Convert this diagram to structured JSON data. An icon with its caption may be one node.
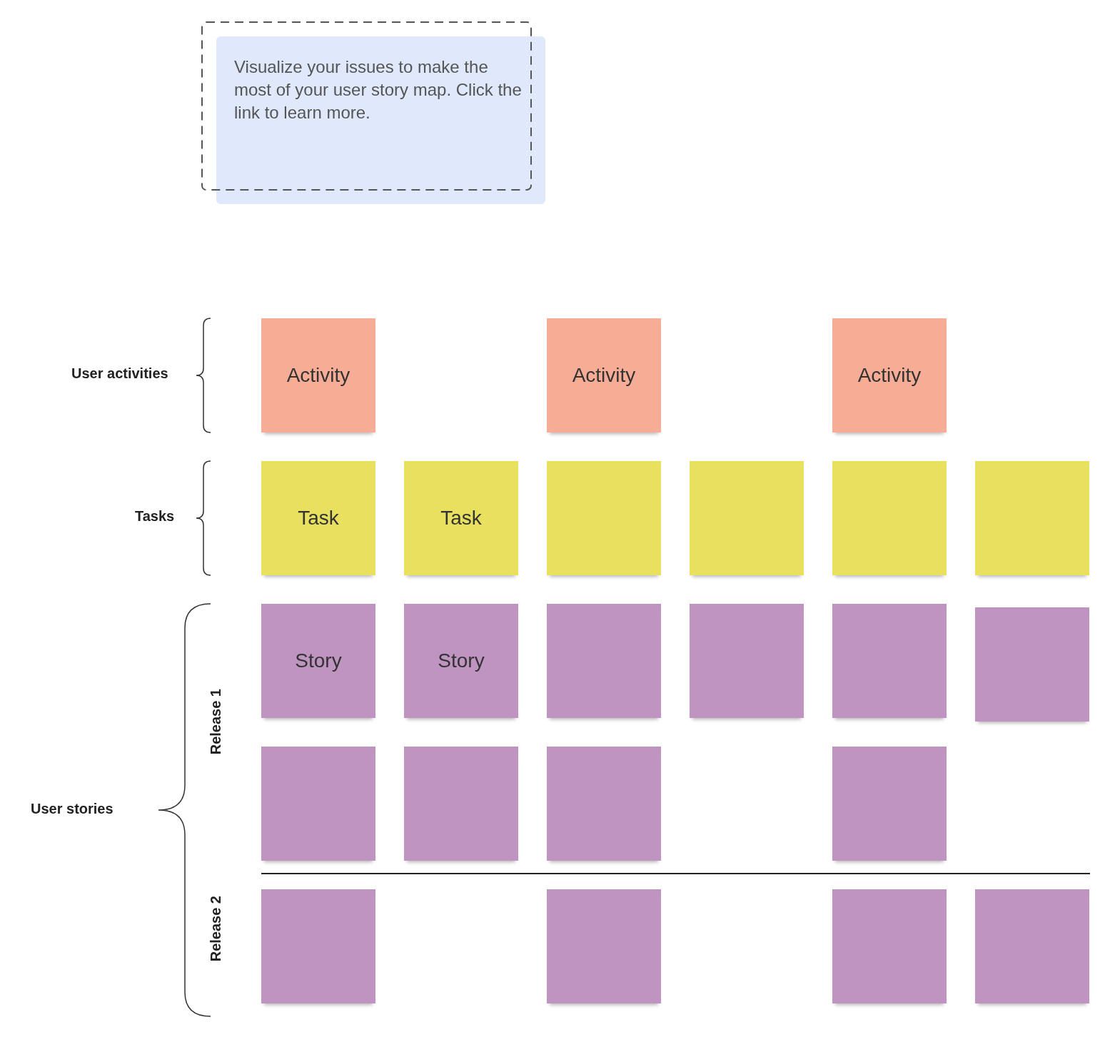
{
  "diagram": {
    "nodes": [
      {
        "text": [
          "Visualize your issues to make the most of your user story map. Click the link to learn more."
        ]
      },
      {
        "text": [
          "Activity"
        ]
      },
      {
        "text": [
          "Activity"
        ]
      },
      {
        "text": [
          "Activity"
        ]
      },
      {
        "text": [
          "Task"
        ]
      },
      {
        "text": [
          "Task"
        ]
      },
      {
        "text": [],
        "shape": "box"
      },
      {
        "text": [],
        "shape": "box"
      },
      {
        "text": [],
        "shape": "box"
      },
      {
        "text": [],
        "shape": "box"
      },
      {
        "text": [
          "Story"
        ]
      },
      {
        "text": [
          "Story"
        ]
      },
      {
        "text": [],
        "shape": "box"
      },
      {
        "text": [],
        "shape": "box"
      },
      {
        "text": [],
        "shape": "box"
      },
      {
        "text": [],
        "shape": "box"
      },
      {
        "text": [],
        "shape": "box"
      },
      {
        "text": [],
        "shape": "box"
      },
      {
        "text": [],
        "shape": "box"
      },
      {
        "text": [],
        "shape": "box"
      },
      {
        "text": [],
        "shape": "box"
      },
      {
        "text": [],
        "shape": "box"
      },
      {
        "text": [],
        "shape": "box"
      },
      {
        "text": [],
        "shape": "box"
      }
    ],
    "labels": [
      "User activities",
      "Tasks",
      "User stories",
      "Release 1",
      "Release 2"
    ]
  }
}
